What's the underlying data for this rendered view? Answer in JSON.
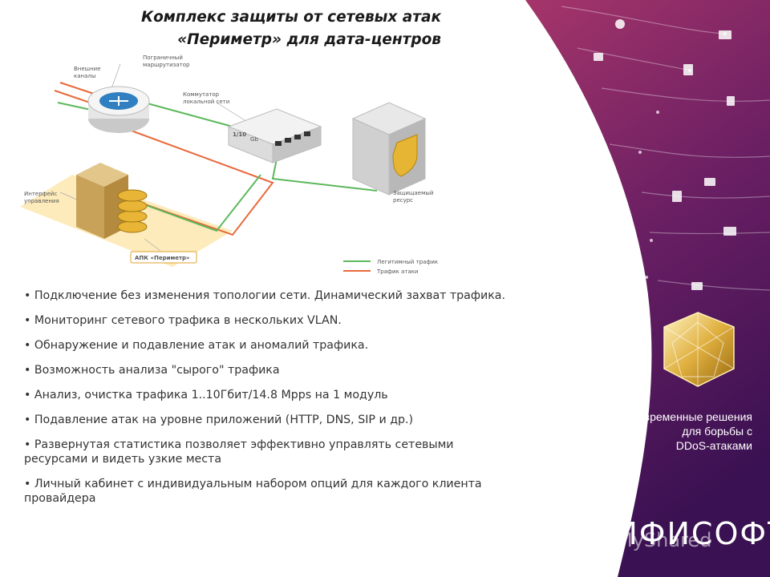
{
  "title": {
    "line1": "Комплекс защиты от сетевых атак",
    "line2": "«Периметр» для дата-центров"
  },
  "diagram": {
    "labels": {
      "external_channels": [
        "Внешние",
        "каналы"
      ],
      "border_router": [
        "Пограничный",
        "маршрутизатор"
      ],
      "lan_switch": [
        "Коммутатор",
        "локальной сети"
      ],
      "switch_model": "1/10",
      "switch_unit": "Gb",
      "mgmt_interface": [
        "Интерфейс",
        "управления"
      ],
      "protected_resource": [
        "Защищаемый",
        "ресурс"
      ],
      "perimeter_box": "АПК «Периметр»"
    },
    "legend": [
      {
        "label": "Легитимный трафик",
        "color": "#5cb85c"
      },
      {
        "label": "Трафик атаки",
        "color": "#e8693a"
      }
    ]
  },
  "bullets": [
    "• Подключение без изменения топологии сети. Динамический захват трафика.",
    "• Мониторинг сетевого трафика в нескольких VLAN.",
    "• Обнаружение и подавление атак и аномалий трафика.",
    "• Возможность анализа \"сырого\" трафика",
    "• Анализ, очистка трафика 1..10Гбит/14.8 Mpps на 1 модуль",
    "• Подавление атак на уровне приложений (HTTP, DNS, SIP и др.)",
    "• Развернутая статистика позволяет эффективно управлять сетевыми ресурсами и видеть узкие места",
    "• Личный кабинет с индивидуальным набором опций для каждого клиента провайдера"
  ],
  "sidebar": {
    "tagline": [
      "Современные решения",
      "для борьбы с",
      "DDoS-атаками"
    ],
    "logo_text": "МФИСОФТ",
    "watermark": "MyShared"
  },
  "colors": {
    "panel_top": "#9b2a5e",
    "panel_bottom": "#3a1152",
    "legit": "#5cb85c",
    "attack": "#e8693a",
    "gold": "#d9a531"
  }
}
